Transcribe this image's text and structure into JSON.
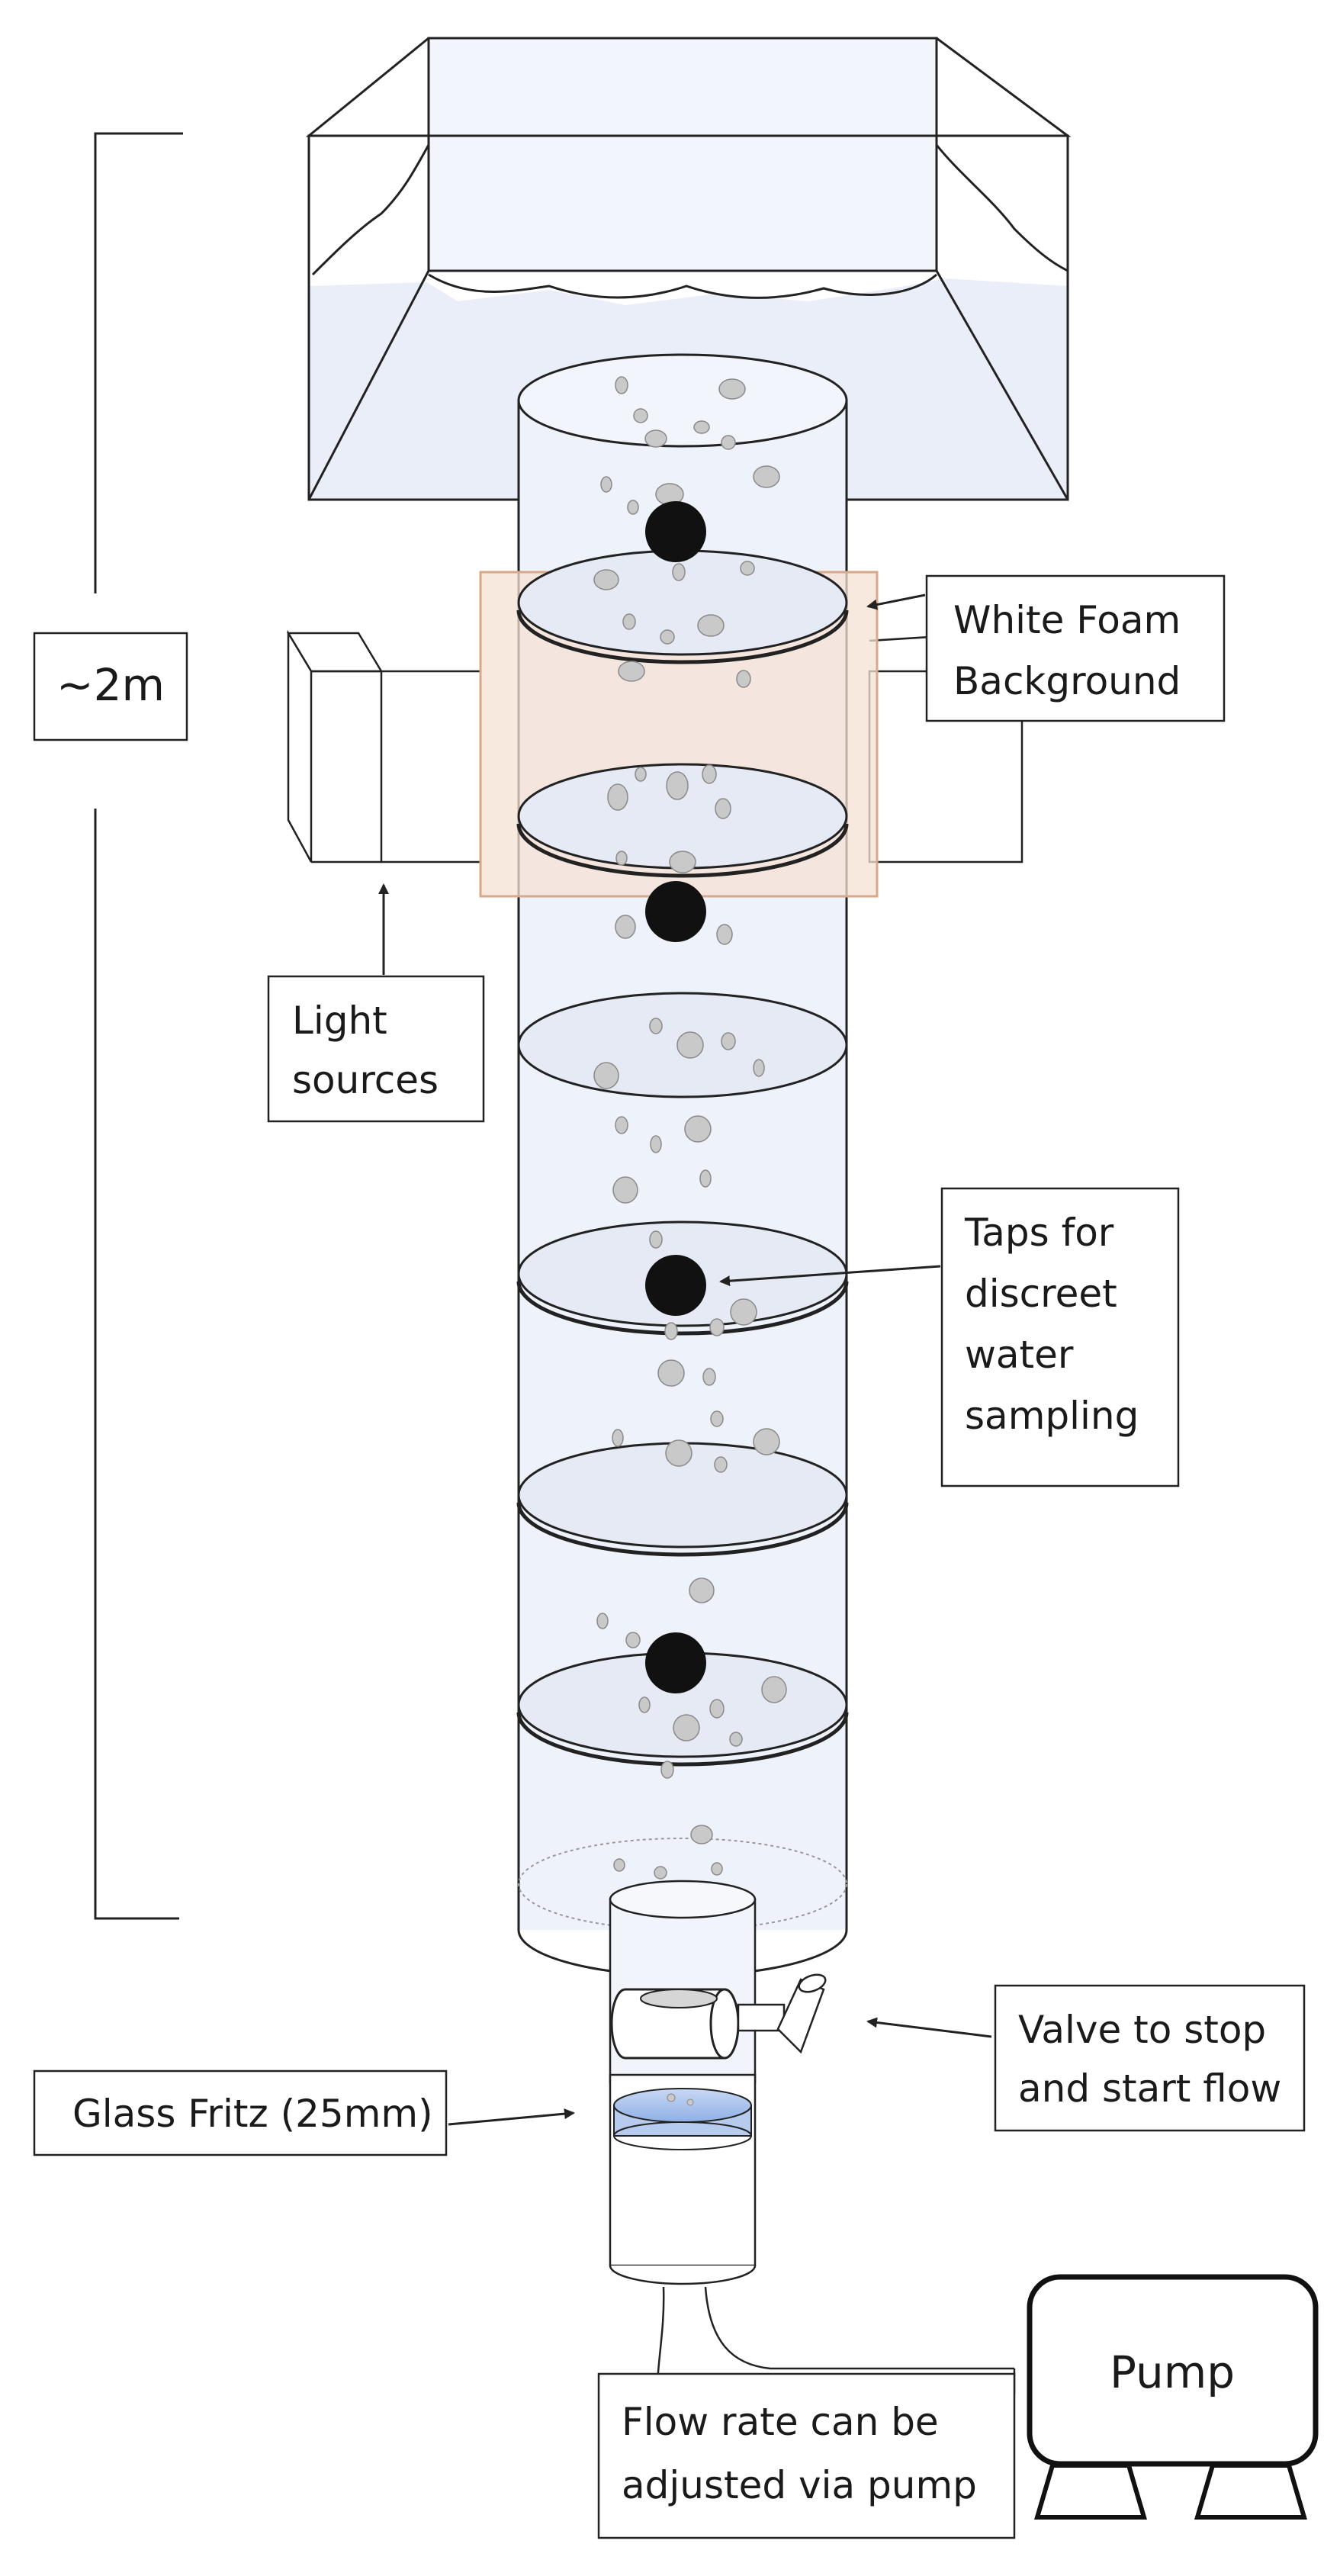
{
  "labels": {
    "height": "~2m",
    "white_foam": [
      "White Foam",
      "Background"
    ],
    "light_sources": [
      "Light",
      "sources"
    ],
    "taps": [
      "Taps for",
      "discreet",
      "water",
      "sampling"
    ],
    "valve": [
      "Valve to stop",
      "and start flow"
    ],
    "glass_fritz": "Glass Fritz (25mm)",
    "pump": "Pump",
    "flow_rate": [
      "Flow rate can be",
      "adjusted via pump"
    ]
  },
  "colors": {
    "water": "#eef2fa",
    "foam": "#f5e2d4",
    "foam_border": "#d9a78a",
    "bubble": "#c9c9c9",
    "fritz": "#9db8e6",
    "line": "#222222"
  }
}
